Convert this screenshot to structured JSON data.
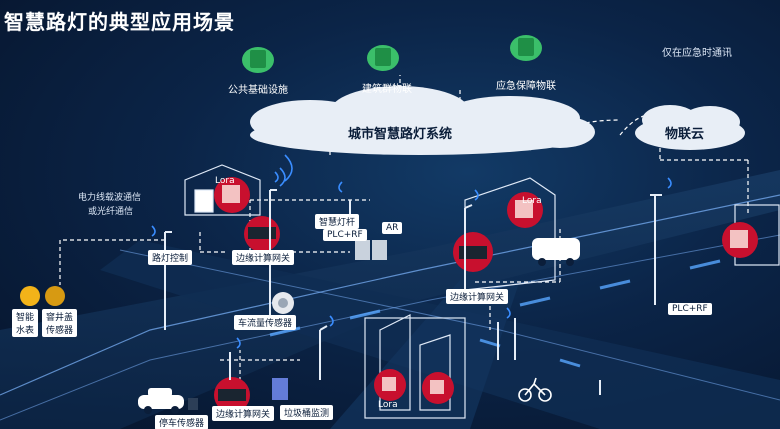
{
  "title": "智慧路灯的典型应用场景",
  "apps": [
    {
      "label": "公共基础设施"
    },
    {
      "label": "建筑群物联"
    },
    {
      "label": "应急保障物联"
    }
  ],
  "emergency_note": "仅在应急时通讯",
  "clouds": {
    "main": "城市智慧路灯系统",
    "iot": "物联云"
  },
  "labels": {
    "power_carrier": "电力线载波通信",
    "fiber": "或光纤通信",
    "street_control": "路灯控制",
    "smart_water": "智能\n水表",
    "manhole": "窨井盖\n传感器",
    "traffic_sensor": "车流量传感器",
    "smart_pole": "智慧灯杆",
    "plc_rf": "PLC+RF",
    "ar": "AR",
    "edge_gateway": "边缘计算网关",
    "edge_gateway_2": "边缘计算网关",
    "edge_gateway_3": "边缘计算网关",
    "parking_sensor": "停车传感器",
    "trash_monitor": "垃圾桶监测",
    "plc_rf_2": "PLC+RF",
    "lora_1": "Lora",
    "lora_2": "Lora",
    "lora_3": "Lora"
  },
  "icons": [
    "apps-cloud-icon",
    "street-light-icon",
    "wifi-icon",
    "gateway-device-icon",
    "car-icon",
    "van-icon",
    "bicycle-icon",
    "house-icon",
    "building-icon",
    "water-meter-icon",
    "camera-icon"
  ],
  "colors": {
    "accent_red": "#c8102e",
    "road": "#1a3d66",
    "cloud": "#e8eef6"
  }
}
